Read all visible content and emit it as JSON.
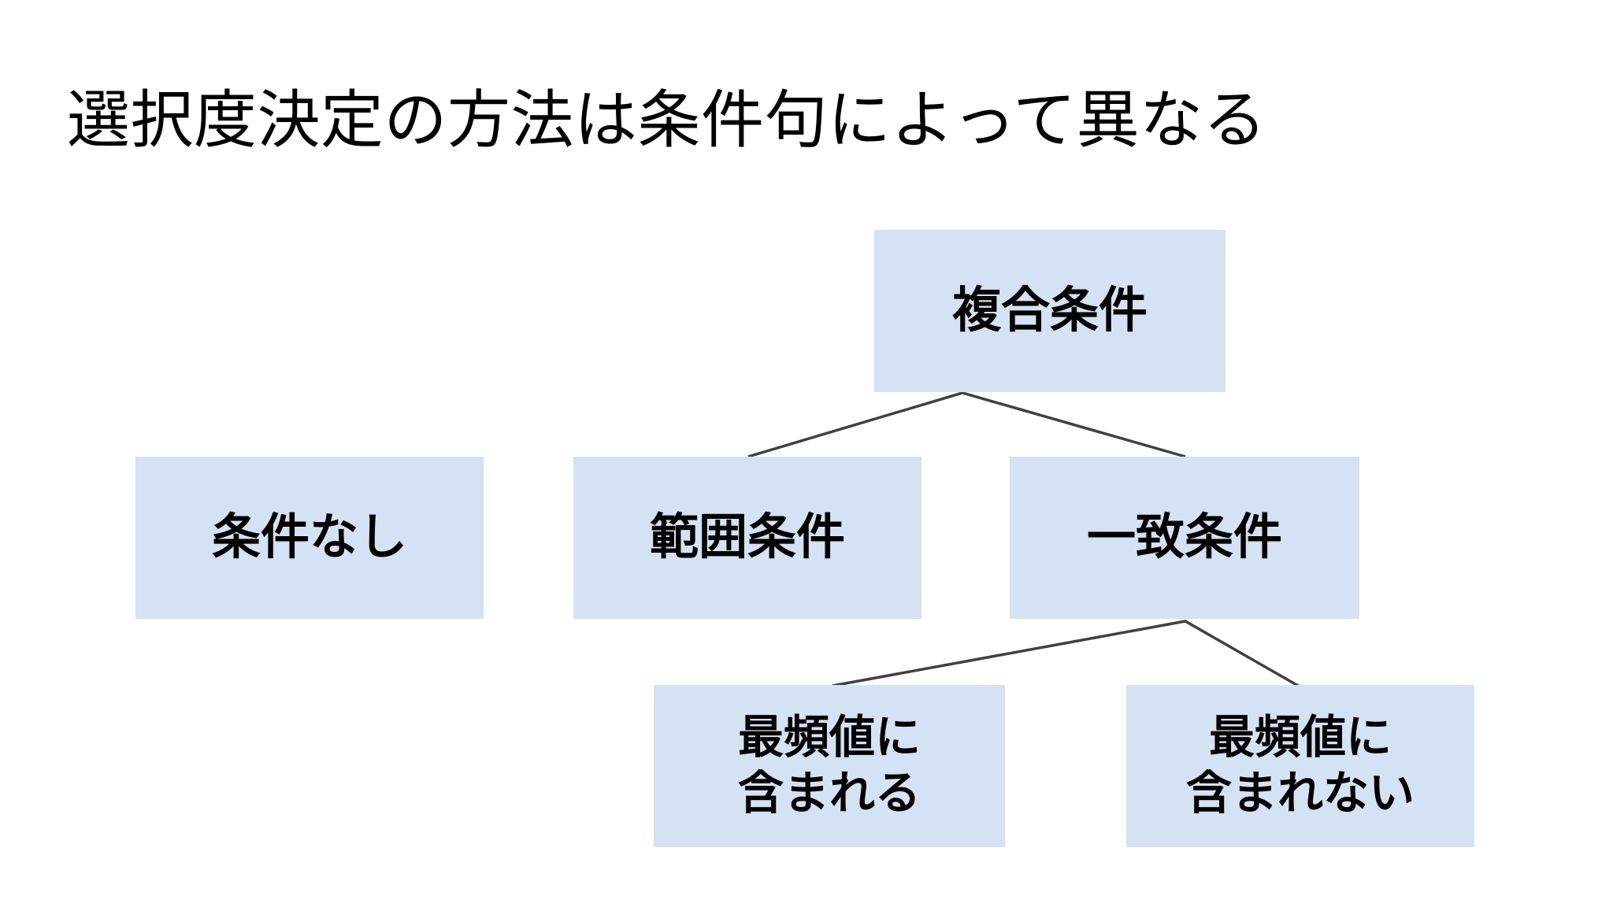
{
  "slide": {
    "title": "選択度決定の方法は条件句によって異なる",
    "background_color": "#FFFFFF",
    "node_fill_color": "#D4E2F3",
    "text_color": "#000000",
    "connector_color": "#404040"
  },
  "diagram": {
    "nodes": [
      {
        "id": "composite",
        "label": "複合条件",
        "level": 0
      },
      {
        "id": "no_condition",
        "label": "条件なし",
        "level": 1
      },
      {
        "id": "range",
        "label": "範囲条件",
        "level": 1
      },
      {
        "id": "match",
        "label": "一致条件",
        "level": 1
      },
      {
        "id": "in_mode",
        "label": "最頻値に\n含まれる",
        "level": 2
      },
      {
        "id": "not_in_mode",
        "label": "最頻値に\n含まれない",
        "level": 2
      }
    ],
    "edges": [
      {
        "from": "composite",
        "to": "range"
      },
      {
        "from": "composite",
        "to": "match"
      },
      {
        "from": "match",
        "to": "in_mode"
      },
      {
        "from": "match",
        "to": "not_in_mode"
      }
    ]
  }
}
